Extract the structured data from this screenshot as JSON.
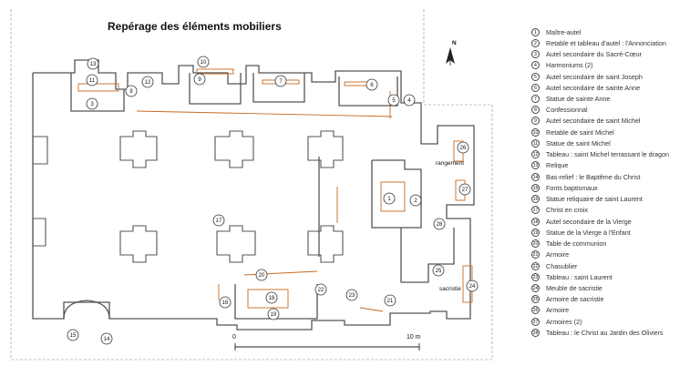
{
  "title": "Repérage des éléments mobiliers",
  "north": "N",
  "scale": {
    "start": "0",
    "end": "10 m"
  },
  "rooms": {
    "rangement": "rangement",
    "sacristie": "sacristie"
  },
  "colors": {
    "walls": "#555555",
    "furniture": "#c8691f",
    "marker_fill": "#ffffff",
    "marker_stroke": "#333333"
  },
  "legend": [
    {
      "num": "1",
      "label": "Maître-autel"
    },
    {
      "num": "2",
      "label": "Retable et tableau d'autel : l'Annonciation"
    },
    {
      "num": "3",
      "label": "Autel secondaire du Sacré-Cœur"
    },
    {
      "num": "4",
      "label": "Harmoniums (2)"
    },
    {
      "num": "5",
      "label": "Autel secondaire de saint Joseph"
    },
    {
      "num": "6",
      "label": "Autel secondaire de sainte Anne"
    },
    {
      "num": "7",
      "label": "Statue de sainte Anne"
    },
    {
      "num": "8",
      "label": "Confessionnal"
    },
    {
      "num": "9",
      "label": "Autel secondaire de saint Michel"
    },
    {
      "num": "10",
      "label": "Retable de saint Michel"
    },
    {
      "num": "11",
      "label": "Statue de saint Michel"
    },
    {
      "num": "12",
      "label": "Tableau : saint Michel terrassant le dragon"
    },
    {
      "num": "13",
      "label": "Relique"
    },
    {
      "num": "14",
      "label": "Bas-relief : le Baptême du Christ"
    },
    {
      "num": "15",
      "label": "Fonts baptismaux"
    },
    {
      "num": "16",
      "label": "Statue reliquaire de saint Laurent"
    },
    {
      "num": "17",
      "label": "Christ en croix"
    },
    {
      "num": "18",
      "label": "Autel secondaire de la Vierge"
    },
    {
      "num": "19",
      "label": "Statue de la Vierge à l'Enfant"
    },
    {
      "num": "20",
      "label": "Table de communion"
    },
    {
      "num": "21",
      "label": "Armoire"
    },
    {
      "num": "22",
      "label": "Chasublier"
    },
    {
      "num": "23",
      "label": "Tableau : saint Laurent"
    },
    {
      "num": "24",
      "label": "Meuble de sacristie"
    },
    {
      "num": "25",
      "label": "Armoire de sacristie"
    },
    {
      "num": "26",
      "label": "Armoire"
    },
    {
      "num": "27",
      "label": "Armoires (2)"
    },
    {
      "num": "28",
      "label": "Tableau : le Christ au Jardin des Oliviers"
    }
  ],
  "plan_markers": [
    "13",
    "11",
    "3",
    "8",
    "12",
    "10",
    "9",
    "7",
    "6",
    "5",
    "4",
    "28",
    "26",
    "27",
    "1",
    "2",
    "17",
    "20",
    "22",
    "16",
    "18",
    "19",
    "23",
    "21",
    "25",
    "24",
    "14",
    "15"
  ]
}
